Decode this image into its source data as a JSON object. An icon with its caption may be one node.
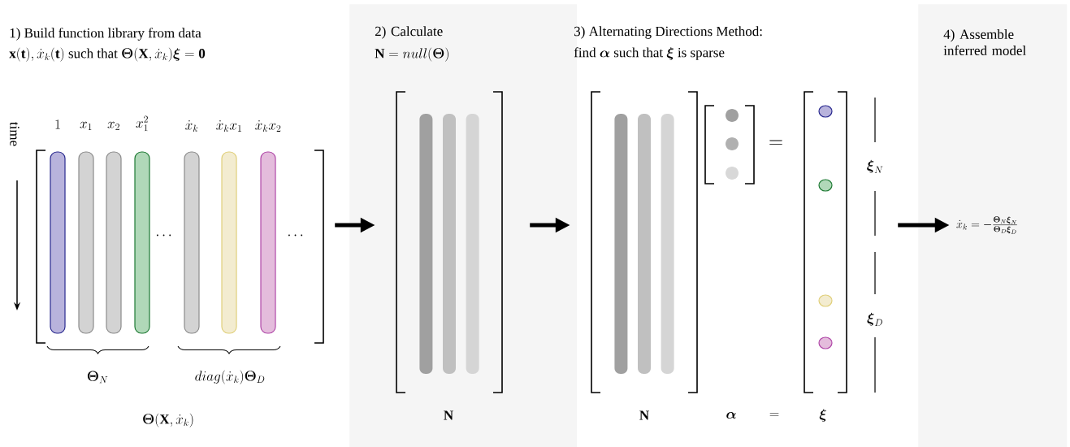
{
  "diagram": {
    "nodes": [
      {
        "text": [],
        "shape": "matrix"
      },
      {
        "text": [
          "2) Calculate",
          "\\mathbf{N} = null(\\boldsymbol{\\Theta})"
        ]
      },
      {
        "text": [],
        "shape": "matrix",
        "in": 1,
        "beside": [
          "\\mathbf{N}"
        ]
      },
      {
        "text": [],
        "shape": "matrix",
        "beside": [
          "\\mathbf{N}"
        ]
      },
      {
        "text": [],
        "shape": "matrix"
      },
      {
        "text": [],
        "shape": "matrix",
        "beside": [
          "\\boldsymbol{\\xi}"
        ]
      },
      {
        "text": [
          "4) Assemble inferred model"
        ]
      },
      {
        "text": [
          "\\dot{x}_k = -\\frac{\\boldsymbol{\\Theta}_N\\boldsymbol{\\xi}_N}{\\boldsymbol{\\Theta}_D\\boldsymbol{\\xi}_D}"
        ],
        "in": 6
      }
    ],
    "edges": [
      {
        "from": 0,
        "to": 2,
        "arrow": "to"
      },
      {
        "from": 2,
        "to": 3,
        "arrow": "to"
      },
      {
        "from": 5,
        "to": 7,
        "arrow": "to"
      }
    ],
    "labels": [
      "1) Build function library from data",
      "\\mathbf{x}(\\mathbf{t}),\\dot{x}_k(\\mathbf{t})\\text{ such that }\\boldsymbol{\\Theta}(\\mathbf{X},\\dot{x}_k)\\boldsymbol{\\xi}=\\mathbf{0}",
      "time",
      "1",
      "x_1",
      "x_2",
      "x_1^2",
      "\\dot{x}_k",
      "\\dot{x}_k x_1",
      "\\dot{x}_k x_2",
      "\\cdots",
      "\\cdots",
      "\\boldsymbol{\\Theta}_N",
      "diag(\\dot{x}_k)\\boldsymbol{\\Theta}_D",
      "3) Alternating Directions Method:",
      "\\text{find }\\boldsymbol{\\alpha}\\text{ such that }\\boldsymbol{\\xi}\\text{ is sparse}",
      "=",
      "\\boldsymbol{\\xi}_N",
      "\\boldsymbol{\\xi}_D",
      "=",
      "\\boldsymbol{\\Theta}(\\mathbf{X},\\dot{x}_k)",
      "\\boldsymbol{\\alpha}"
    ]
  }
}
